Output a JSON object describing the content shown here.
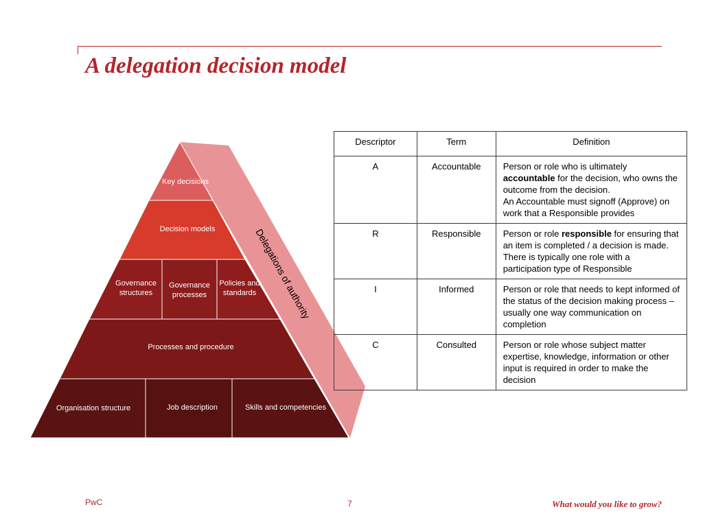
{
  "slide": {
    "title": "A delegation decision model",
    "footer_left": "PwC",
    "page_number": "7",
    "tagline": "What would you like to grow?"
  },
  "pyramid": {
    "apex": "Key decisions",
    "level2": "Decision models",
    "level3": [
      "Governance structures",
      "Governance processes",
      "Policies and standards"
    ],
    "level4": "Processes and procedure",
    "base": [
      "Organisation structure",
      "Job description",
      "Skills and competencies"
    ],
    "side_band": "Delegations of authority",
    "colors": {
      "apex": "#dc5d5d",
      "level2": "#d63b2b",
      "level3": "#8f1d1d",
      "level4": "#7c1818",
      "base": "#5a1212",
      "band": "#e89497"
    }
  },
  "raci_table": {
    "headers": [
      "Descriptor",
      "Term",
      "Definition"
    ],
    "rows": [
      {
        "descriptor": "A",
        "term": "Accountable",
        "def_pre": "Person or role who is ultimately ",
        "def_bold": "accountable",
        "def_post": " for the decision, who owns the outcome from the decision.",
        "def_extra": "An Accountable must signoff (Approve) on work that a Responsible provides"
      },
      {
        "descriptor": "R",
        "term": "Responsible",
        "def_pre": "Person or role ",
        "def_bold": "responsible",
        "def_post": " for ensuring that an item is completed  / a decision is made. There is typically one role with a participation type of Responsible"
      },
      {
        "descriptor": "I",
        "term": "Informed",
        "def_pre": "Person or role that needs to kept informed of the status of the decision making process – usually one way communication on completion"
      },
      {
        "descriptor": "C",
        "term": "Consulted",
        "def_pre": "Person or role whose subject matter expertise, knowledge, information or other input is required in order to make the decision"
      }
    ]
  },
  "theme": {
    "accent": "#b3262b"
  }
}
